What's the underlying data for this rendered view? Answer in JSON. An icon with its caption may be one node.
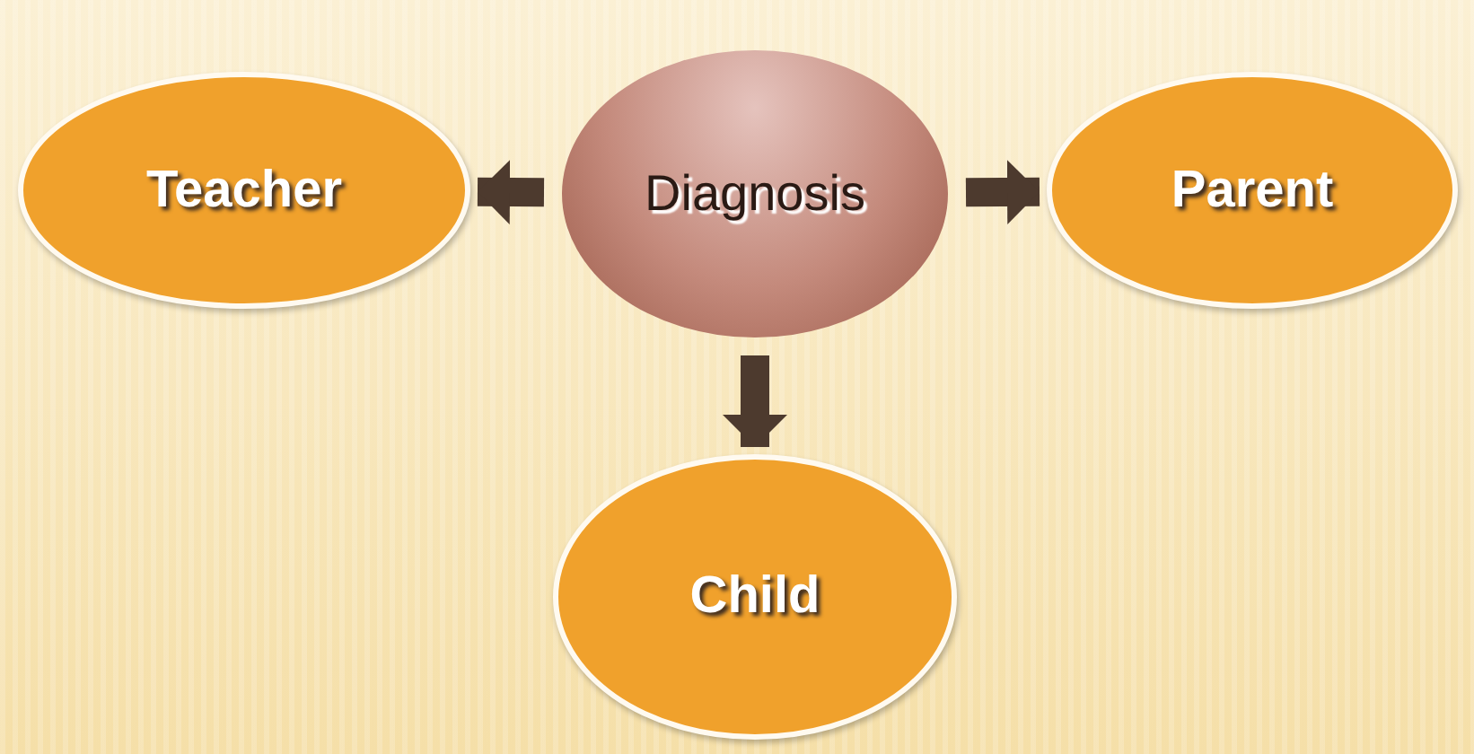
{
  "diagram": {
    "nodes": [
      {
        "text": [
          "Teacher"
        ]
      },
      {
        "text": [
          "Diagnosis"
        ]
      },
      {
        "text": [
          "Parent"
        ]
      },
      {
        "text": [
          "Child"
        ]
      }
    ],
    "edges": [
      {
        "from": 1,
        "to": 0,
        "arrow": "to"
      },
      {
        "from": 1,
        "to": 2,
        "arrow": "to"
      },
      {
        "from": 1,
        "to": 3,
        "arrow": "to"
      }
    ]
  }
}
